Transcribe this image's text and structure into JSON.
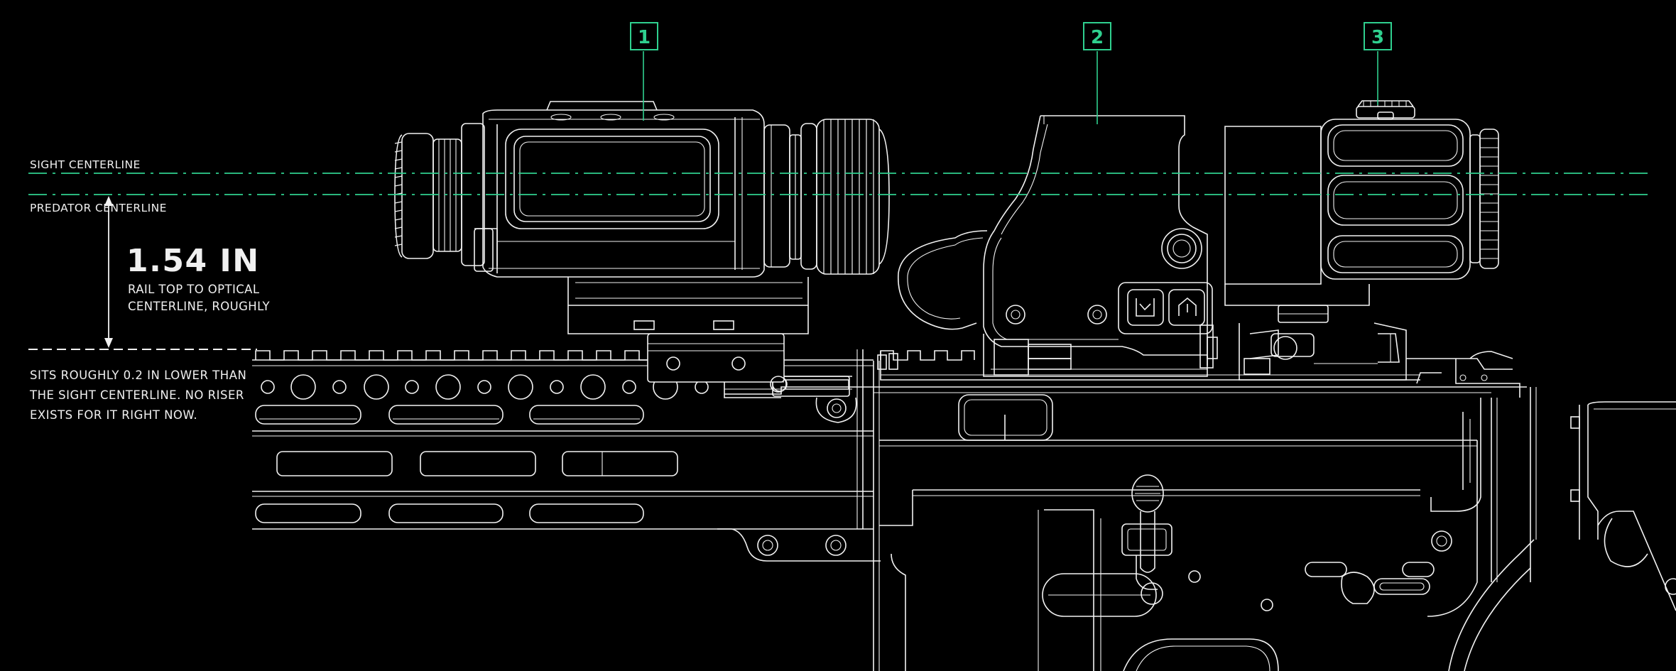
{
  "labels": {
    "sight_centerline": "SIGHT CENTERLINE",
    "predator_centerline": "PREDATOR CENTERLINE"
  },
  "measurement": {
    "value": "1.54 IN",
    "caption_line1": "RAIL TOP TO OPTICAL",
    "caption_line2": "CENTERLINE, ROUGHLY"
  },
  "note": {
    "line1": "SITS ROUGHLY 0.2 IN LOWER THAN",
    "line2": "THE SIGHT CENTERLINE. NO RISER",
    "line3": "EXISTS FOR IT RIGHT NOW."
  },
  "callouts": [
    {
      "number": "1"
    },
    {
      "number": "2"
    },
    {
      "number": "3"
    }
  ],
  "colors": {
    "background": "#000000",
    "linework": "#f2f2f2",
    "accent": "#2fd08f"
  }
}
